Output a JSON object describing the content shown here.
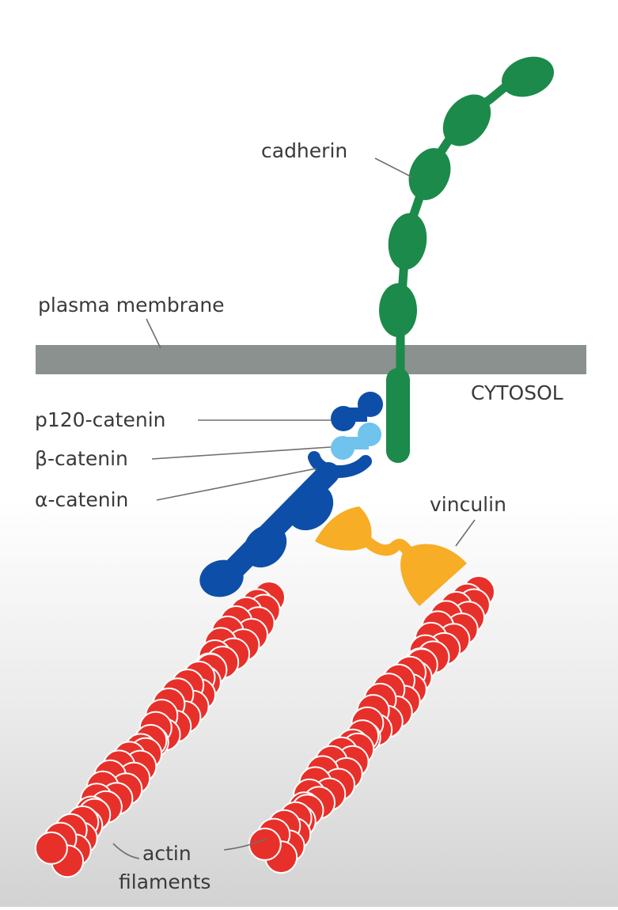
{
  "labels": {
    "cadherin": "cadherin",
    "plasma_membrane": "plasma membrane",
    "cytosol": "CYTOSOL",
    "p120_catenin": "p120-catenin",
    "beta_catenin": "β-catenin",
    "alpha_catenin": "α-catenin",
    "vinculin": "vinculin",
    "actin_line1": "actin",
    "actin_line2": "filaments"
  },
  "colors": {
    "cadherin": "#1b8a4a",
    "membrane": "#8a918e",
    "p120_catenin": "#0d4fa8",
    "beta_catenin": "#6fc3ec",
    "alpha_catenin": "#0d4fa8",
    "vinculin": "#f7ad26",
    "actin": "#e8302a"
  }
}
